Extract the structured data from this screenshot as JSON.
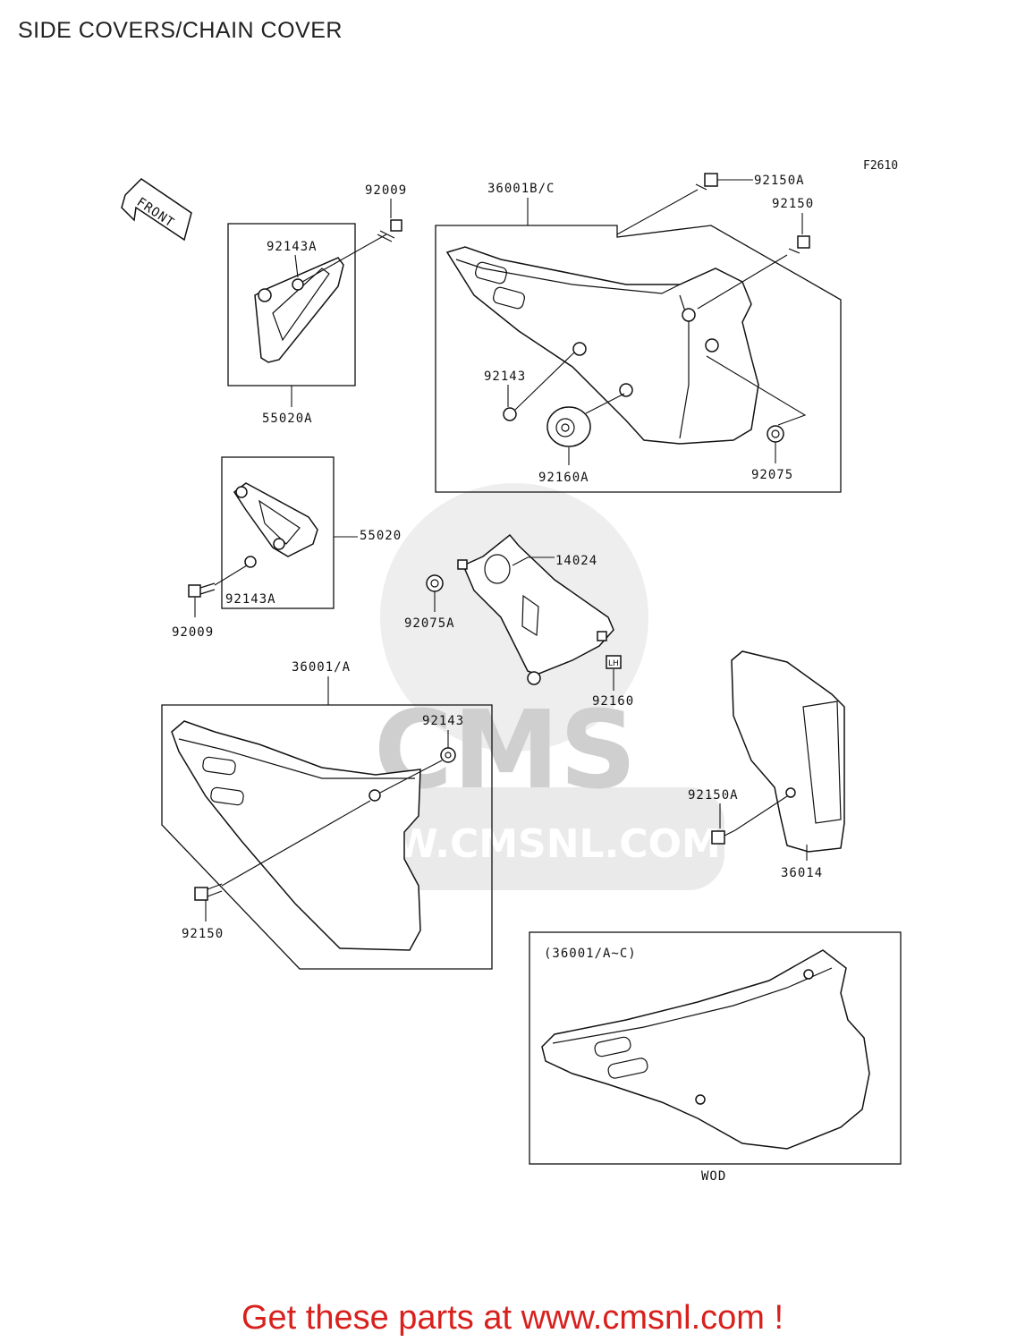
{
  "title": "SIDE COVERS/CHAIN COVER",
  "figure_code": "F2610",
  "front_arrow_label": "FRONT",
  "watermark": {
    "brand": "CMS",
    "url": "WWW.CMSNL.COM"
  },
  "parts": {
    "p92009_top": "92009",
    "p92143A_top": "92143A",
    "p55020A": "55020A",
    "p36001BC": "36001B/C",
    "p92150A_top": "92150A",
    "p92150_top": "92150",
    "p92143_mid": "92143",
    "p92160A": "92160A",
    "p92075": "92075",
    "p55020": "55020",
    "p92143A_mid": "92143A",
    "p92009_mid": "92009",
    "p14024": "14024",
    "p92075A": "92075A",
    "p92160": "92160",
    "p36001A": "36001/A",
    "p92143_low": "92143",
    "p92150_low": "92150",
    "p92150A_low": "92150A",
    "p36014": "36014",
    "inset_ref": "(36001/A~C)",
    "inset_caption": "WOD"
  },
  "footer": "Get these parts at www.cmsnl.com !"
}
